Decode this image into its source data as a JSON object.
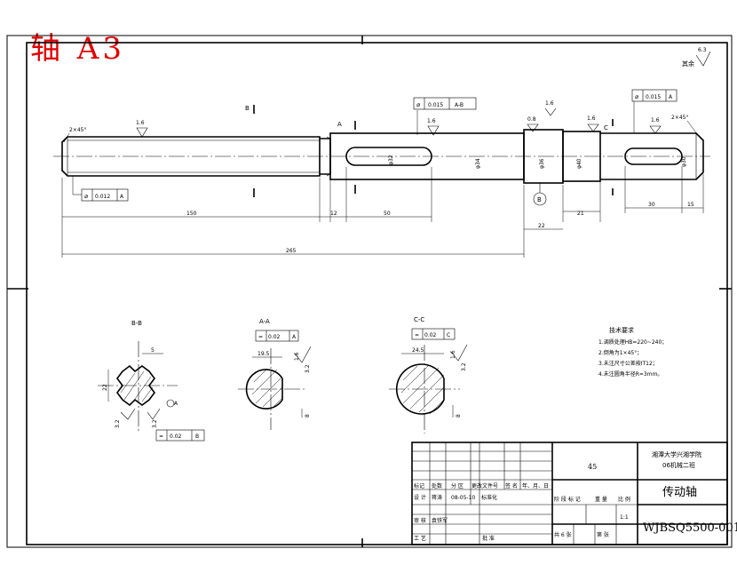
{
  "stamp": {
    "label": "轴 A3"
  },
  "roughness": {
    "remaining": "其余",
    "general_value": "6.3"
  },
  "shaft": {
    "thread": "2×45°",
    "chamfer_right": "2×45°",
    "dims": {
      "d150": "150",
      "d12": "12",
      "d50": "50",
      "d265": "265",
      "d22": "22",
      "d21": "21",
      "d30": "30",
      "d15": "15"
    },
    "diameters": {
      "a": "φ32",
      "b": "φ34",
      "c": "φ36",
      "d": "φ40",
      "e": "φ30"
    },
    "roughness": {
      "r1": "1.6",
      "r2": "1.6",
      "r3": "1.6",
      "r4": "0.8",
      "r5": "1.6",
      "r6": "1.6"
    },
    "tolerances": {
      "left": {
        "sym": "⌀",
        "value": "0.012",
        "ref": "A"
      },
      "mid": {
        "sym": "⌀",
        "value": "0.015",
        "ref": "A-B"
      },
      "right": {
        "sym": "⌀",
        "value": "0.015",
        "ref": "A"
      }
    },
    "section_letters": {
      "a": "A",
      "b": "B",
      "c": "C"
    },
    "datum": "B"
  },
  "sections": {
    "bb": {
      "title": "B-B",
      "w": "22",
      "d": "5",
      "tol_value": "0.02",
      "tol_ref": "B",
      "datum": "A",
      "rough1": "3.2",
      "rough2": "3.2"
    },
    "aa": {
      "title": "A-A",
      "w": "19.5",
      "key": "8",
      "tol_value": "0.02",
      "tol_ref": "A",
      "rough1": "1.6",
      "rough2": "3.2"
    },
    "cc": {
      "title": "C-C",
      "w": "24.5",
      "key": "8",
      "tol_value": "0.02",
      "tol_ref": "C",
      "rough1": "1.6",
      "rough2": "3.2"
    }
  },
  "requirements": {
    "title": "技术要求",
    "items": [
      "1.调质处理HB=220~240；",
      "2.倒角为1×45°；",
      "3.未注尺寸公差按IT12；",
      "4.未注圆角半径R=3mm。"
    ]
  },
  "title_block": {
    "material": "45",
    "school": "湘潭大学兴湘学院",
    "class": "06机械二班",
    "part_name": "传动轴",
    "drawing_no": "WJBSQ5500-001",
    "scale": "1:1",
    "headers": [
      "标记",
      "处数",
      "分 区",
      "更改文件号",
      "签 名",
      "年、月、日"
    ],
    "design_row": [
      "设 计",
      "蒋涛",
      "08-05-10",
      "标准化"
    ],
    "stage_headers": [
      "阶 段 标 记",
      "重 量",
      "比 例"
    ],
    "review": "审 核",
    "reviewer": "袁铁军",
    "process": "工 艺",
    "approve": "批 准",
    "sheets": "共 6 张",
    "sheet": "第 张"
  }
}
